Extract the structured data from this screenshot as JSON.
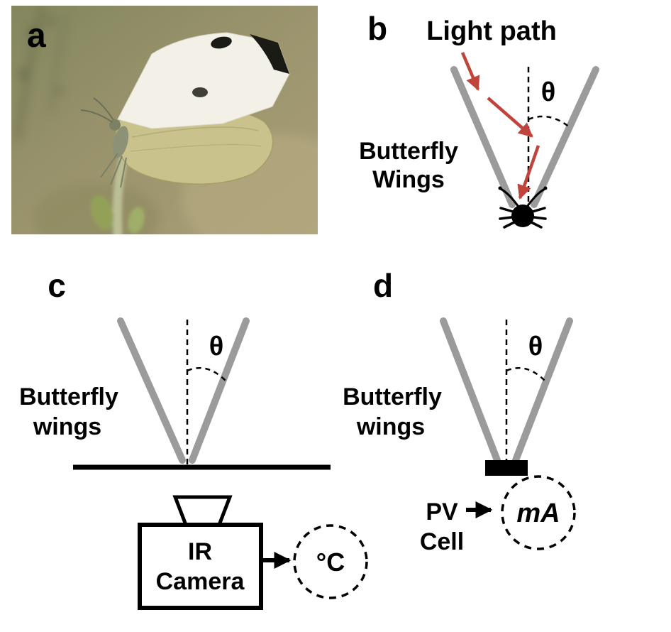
{
  "figure": {
    "panel_a": {
      "label": "a"
    },
    "panel_b": {
      "label": "b",
      "light_path_label": "Light path",
      "wings_label_line1": "Butterfly",
      "wings_label_line2": "Wings",
      "theta_symbol": "θ"
    },
    "panel_c": {
      "label": "c",
      "wings_label_line1": "Butterfly",
      "wings_label_line2": "wings",
      "theta_symbol": "θ",
      "camera_label_line1": "IR",
      "camera_label_line2": "Camera",
      "readout_label": "°C"
    },
    "panel_d": {
      "label": "d",
      "wings_label_line1": "Butterfly",
      "wings_label_line2": "wings",
      "theta_symbol": "θ",
      "pv_label_line1": "PV",
      "pv_label_line2": "Cell",
      "readout_label": "mA"
    }
  },
  "colors": {
    "light_path_red": "#c0443c",
    "wing_gray": "#9b9b9b",
    "ink_black": "#000000",
    "photo_label_white": "#ffffff"
  }
}
